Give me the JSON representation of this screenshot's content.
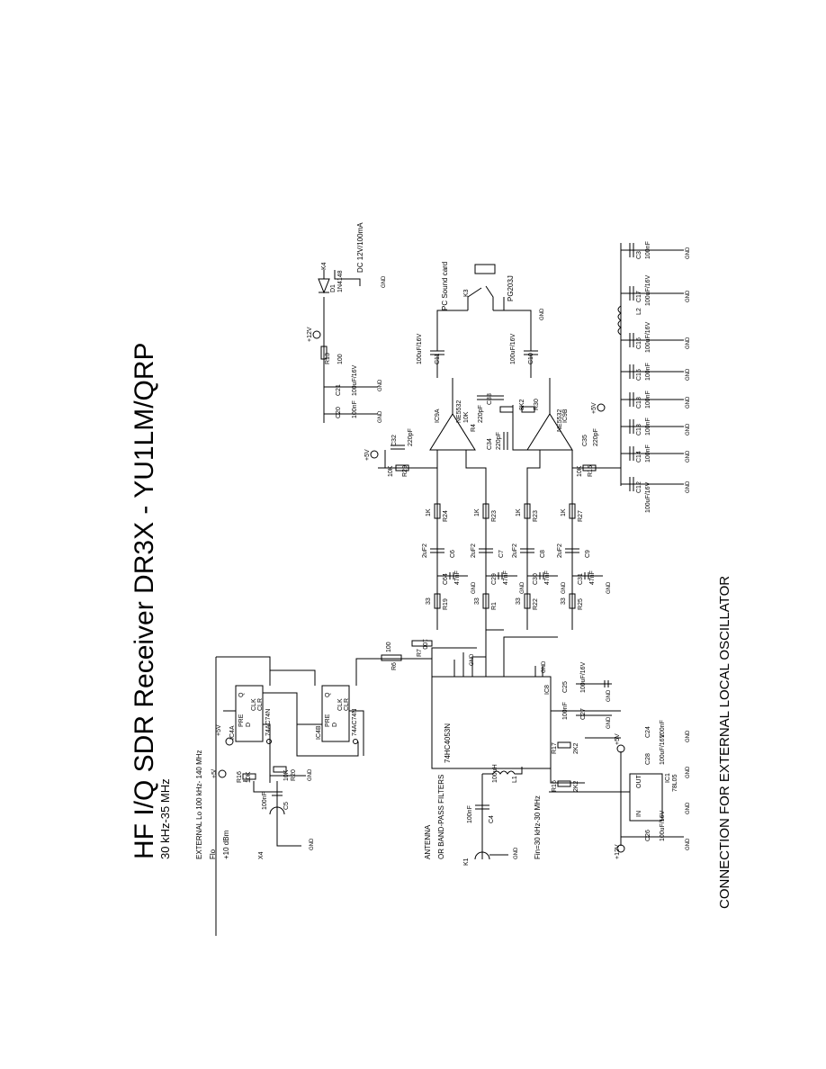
{
  "title": "HF I/Q SDR Receiver DR3X - YU1LM/QRP",
  "subtitle": "30 kHz-35 MHz",
  "caption": "CONNECTION FOR EXTERNAL LOCAL OSCILLATOR",
  "notes": {
    "ext_lo": "EXTERNAL Lo 100 kHz- 140 MHz",
    "flo": "Flo",
    "level": "+10 dBm",
    "antenna": "ANTENNA",
    "bpf": "OR BAND-PASS FILTERS",
    "fin": "Fin=30 kHz-30 MHz",
    "sound": "PC Sound card",
    "dc": "DC 12V/100mA",
    "jack": "PG203J"
  },
  "ics": {
    "mux": "74HC4053N",
    "mux_ref": "IC8",
    "ff": "74AC74N",
    "ffa": "IC4A",
    "ffb": "IC4B",
    "opa": "NE5532",
    "opa_ref": "IC9A",
    "opb_ref": "IC9B",
    "reg": "78L05",
    "reg_ref": "IC1",
    "pin_pre": "PRE",
    "pin_d": "D",
    "pin_clk": "CLK",
    "pin_clr": "CLR",
    "pin_q": "Q",
    "pin_in": "IN",
    "pin_out": "OUT"
  },
  "rails": {
    "p5": "+5V",
    "p5s": "+5/",
    "p12": "+12V",
    "gnd": "GND"
  },
  "upper_chain": [
    {
      "r": "R19",
      "rv": "33",
      "c": "C64",
      "cv": "47nF",
      "cc": "C6",
      "ccv": "2uF2",
      "rr": "R24",
      "rrv": "1K"
    },
    {
      "r": "R1",
      "rv": "33",
      "c": "C29",
      "cv": "47nF",
      "cc": "C7",
      "ccv": "2uF2",
      "rr": "R23",
      "rrv": "1K"
    }
  ],
  "lower_chain": [
    {
      "r": "R22",
      "rv": "33",
      "c": "C30",
      "cv": "47nF",
      "cc": "C8",
      "ccv": "2uF2",
      "rr": "R23",
      "rrv": "1K"
    },
    {
      "r": "R25",
      "rv": "33",
      "c": "C31",
      "cv": "47nF",
      "cc": "C9",
      "ccv": "2uF2",
      "rr": "R27",
      "rrv": "1K"
    }
  ],
  "parts": {
    "r29": "R29",
    "r29v": "10K",
    "r15": "R15",
    "r15v": "10K",
    "c32": "C32",
    "c32v": "220pF",
    "c35": "C35",
    "c35v": "220pF",
    "c33": "C33",
    "c33v": "220pF",
    "c34": "C34",
    "c34v": "220pF",
    "r30": "R30",
    "r30v": "8K2",
    "r4": "R4",
    "r4v": "10K",
    "c11": "C11",
    "c11v": "100uF/16V",
    "c10": "C10",
    "c10v": "100uF/16V",
    "r13": "R13",
    "r13v": "100",
    "d1": "D1",
    "d1v": "1N4148",
    "c21": "C21",
    "c21v": "100uF/16V",
    "c20": "C20",
    "c20v": "100nF",
    "k1": "K1",
    "k3": "K3",
    "k4": "K4",
    "x4": "X4",
    "r7": "R7",
    "r7v": "100",
    "r6": "R6",
    "r6v": "100",
    "r16": "R16",
    "r16v": "10K",
    "r20": "R20",
    "r20v": "10K",
    "c5": "C5",
    "c5v": "100nF",
    "l1": "L1",
    "l1v": "100uH",
    "c4": "C4",
    "c4v": "100nF",
    "r17": "R17",
    "r17v": "2K2",
    "r18": "R16",
    "r18v": "2K2",
    "c25": "C25",
    "c25v": "100uF/16V",
    "c27": "C27",
    "c27v": "100nF",
    "c24": "C24",
    "c24v": "100nF",
    "c28": "C28",
    "c28v": "100uF/16V",
    "c26": "C26",
    "c26v": "100uF/16V",
    "c12": "C12",
    "c12v": "100uF/16V",
    "c14": "C14",
    "c14v": "100nF",
    "c13": "C13",
    "c13v": "100nF",
    "c18": "C18",
    "c18v": "100nF",
    "c15": "C15",
    "c15v": "100nF",
    "c16": "C16",
    "c16v": "100uF/16V",
    "l2": "L2",
    "c17": "C17",
    "c17v": "100uF/16V",
    "c3": "C3",
    "c3v": "100nF"
  }
}
